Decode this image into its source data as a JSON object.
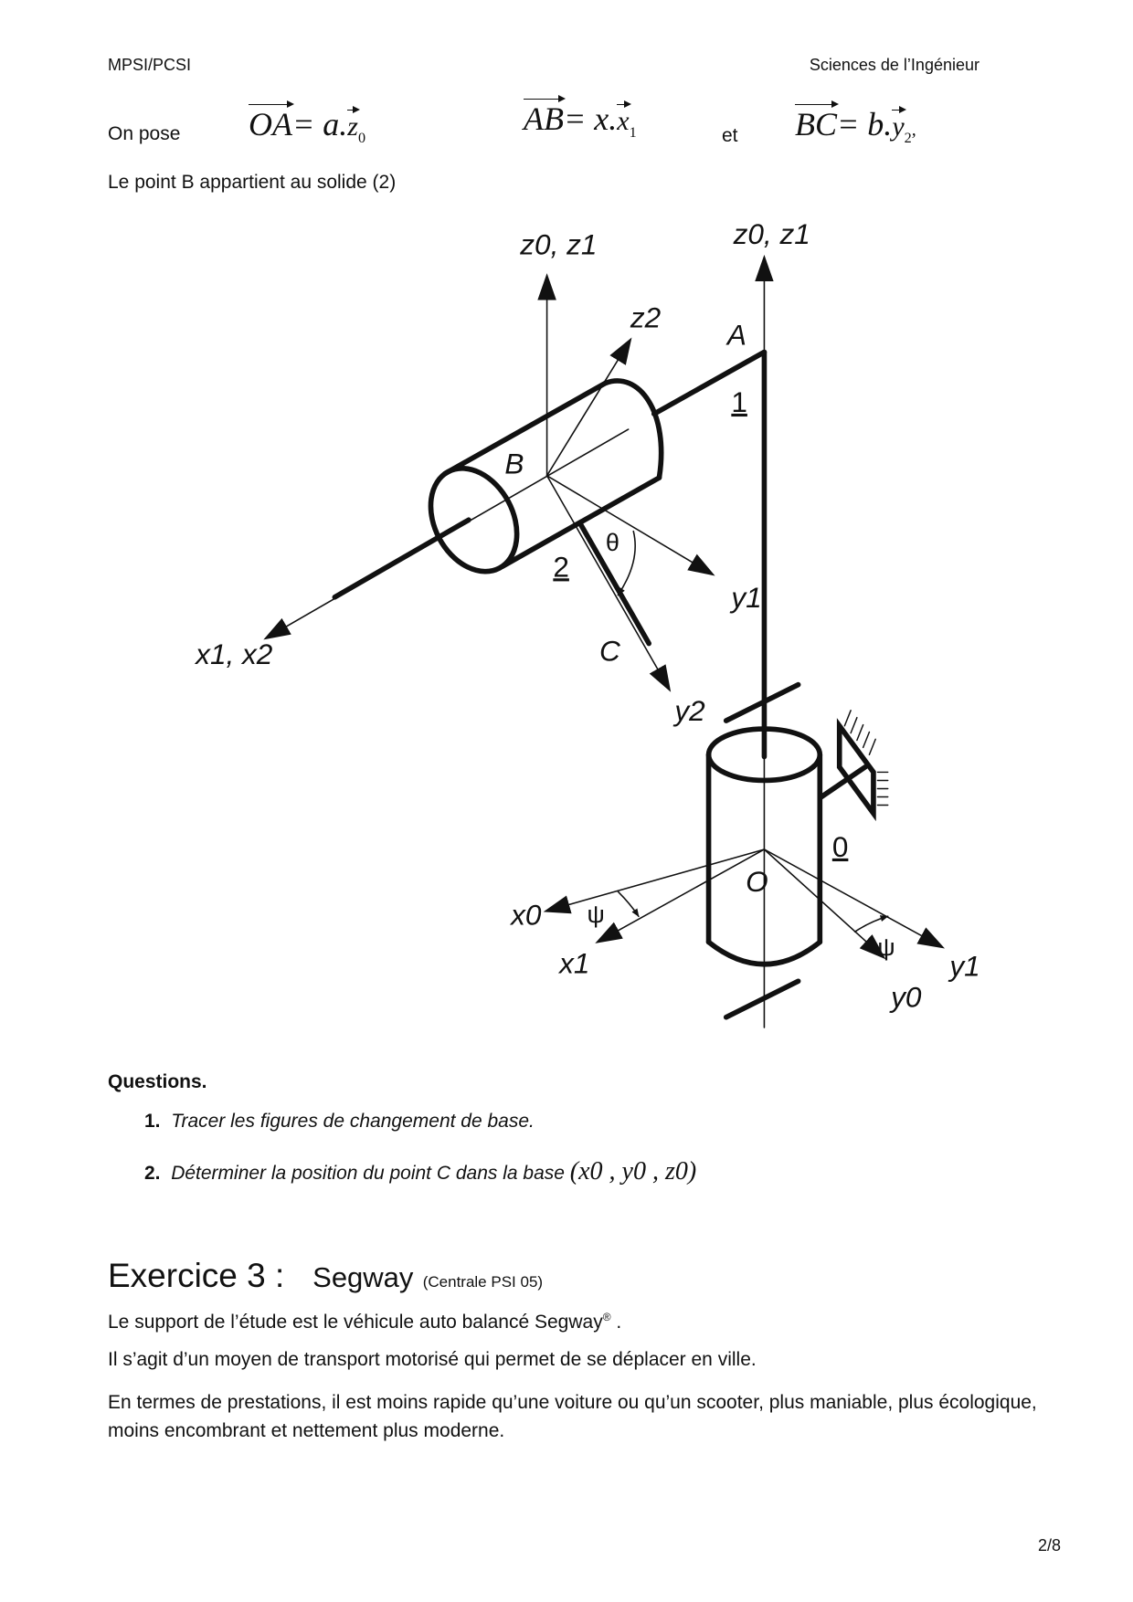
{
  "header": {
    "left": "MPSI/PCSI",
    "right": "Sciences de l’Ingénieur"
  },
  "intro": {
    "on_pose": "On pose",
    "eq1": {
      "vec": "OA",
      "rhs": "= a.",
      "base": "z",
      "sub": "0"
    },
    "eq2": {
      "vec": "AB",
      "rhs": "= x.",
      "base": "x",
      "sub": "1"
    },
    "et": "et",
    "eq3": {
      "vec": "BC",
      "rhs": "= b.",
      "base": "y",
      "sub": "2",
      "tail": ","
    },
    "point_b": "Le point B appartient au solide (2)"
  },
  "figure": {
    "labels": {
      "z0z1_left": "z0, z1",
      "z0z1_right": "z0, z1",
      "z2": "z2",
      "A": "A",
      "one": "1",
      "B": "B",
      "theta": "θ",
      "two": "2",
      "y1_top": "y1",
      "x1x2": "x1, x2",
      "C": "C",
      "y2": "y2",
      "zero": "0",
      "O": "O",
      "x0": "x0",
      "psi_left": "ψ",
      "x1": "x1",
      "psi_right": "ψ",
      "y1_bottom": "y1",
      "y0": "y0"
    }
  },
  "questions": {
    "title": "Questions.",
    "items": [
      {
        "num": "1.",
        "text": "Tracer les figures de changement de base."
      },
      {
        "num": "2.",
        "text": "Déterminer la position du point C dans la base",
        "math": "(x0 , y0 , z0)"
      }
    ]
  },
  "exercise": {
    "title": "Exercice 3 :",
    "name": "Segway",
    "source": "(Centrale PSI 05)",
    "paragraphs": [
      "Le support de l’étude est le véhicule auto balancé Segway",
      "Il s’agit d’un moyen de transport motorisé qui permet de se déplacer en ville.",
      "En termes de prestations, il est moins rapide qu’une voiture ou qu’un scooter, plus maniable, plus écologique, moins encombrant et nettement plus moderne."
    ],
    "registered": "®",
    "period": " ."
  },
  "footer": {
    "page": "2/8"
  }
}
